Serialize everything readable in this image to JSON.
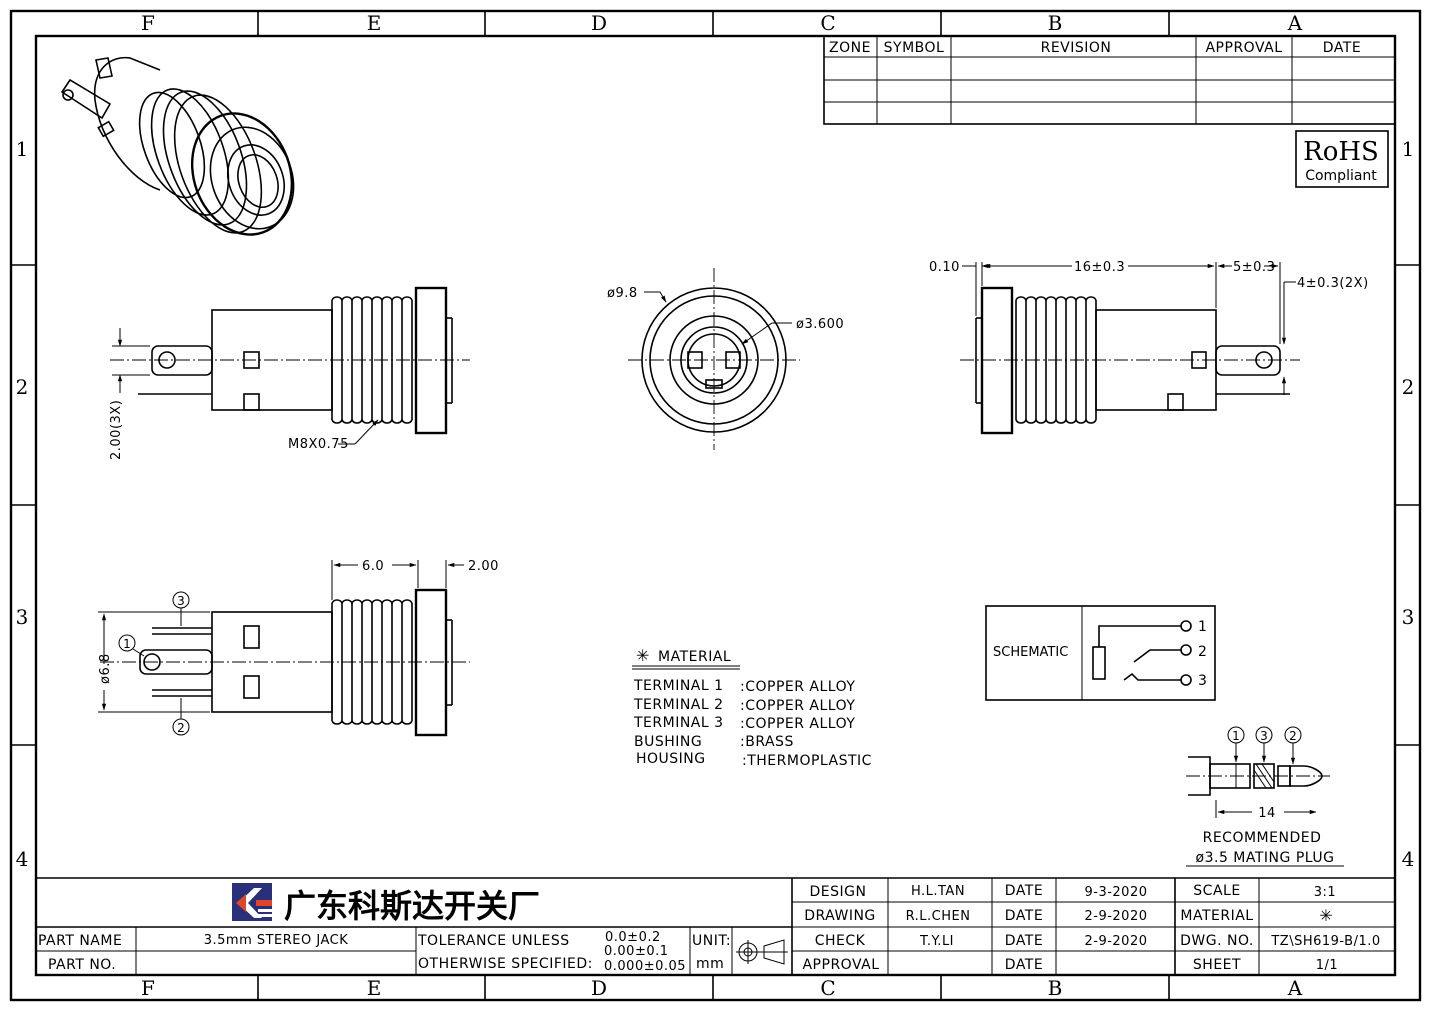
{
  "border": {
    "columns": [
      "F",
      "E",
      "D",
      "C",
      "B",
      "A"
    ],
    "rows": [
      "1",
      "2",
      "3",
      "4"
    ]
  },
  "revision_table": {
    "headers": [
      "ZONE",
      "SYMBOL",
      "REVISION",
      "APPROVAL",
      "DATE"
    ]
  },
  "rohs": {
    "title": "RoHS",
    "subtitle": "Compliant"
  },
  "dims": {
    "front_outer": "ø9.8",
    "front_inner": "ø3.600",
    "side_pitch": "2.00(3X)",
    "thread": "M8X0.75",
    "right_flange": "0.10",
    "right_body": "16±0.3",
    "right_tail": "5±0.3",
    "right_term": "4±0.3(2X)",
    "bottom_thread": "6.0",
    "bottom_flange": "2.00",
    "bottom_height": "ø6.8"
  },
  "terminals": {
    "t1": "1",
    "t2": "2",
    "t3": "3"
  },
  "material": {
    "title": "MATERIAL",
    "marker": "✳",
    "rows": [
      {
        "name": "TERMINAL 1",
        "value": ":COPPER ALLOY"
      },
      {
        "name": "TERMINAL 2",
        "value": ":COPPER ALLOY"
      },
      {
        "name": "TERMINAL 3",
        "value": ":COPPER ALLOY"
      },
      {
        "name": "BUSHING",
        "value": ":BRASS"
      },
      {
        "name": "HOUSING",
        "value": ":THERMOPLASTIC"
      }
    ]
  },
  "schematic": {
    "label": "SCHEMATIC",
    "pins": [
      "1",
      "2",
      "3"
    ]
  },
  "plug": {
    "length": "14",
    "caption_line1": "RECOMMENDED",
    "caption_line2": "ø3.5 MATING PLUG",
    "markers": [
      "1",
      "3",
      "2"
    ]
  },
  "title_block": {
    "company": "广东科斯达开关厂",
    "part_name_label": "PART NAME",
    "part_name": "3.5mm STEREO JACK",
    "part_no_label": "PART NO.",
    "part_no": "",
    "tolerance_line1": "TOLERANCE UNLESS",
    "tolerance_line2": "OTHERWISE SPECIFIED:",
    "tol1": "0.0±0.2",
    "tol2": "0.00±0.1",
    "tol3": "0.000±0.05",
    "unit_label": "UNIT:",
    "unit": "mm",
    "design_label": "DESIGN",
    "design": "H.L.TAN",
    "drawing_label": "DRAWING",
    "drawing": "R.L.CHEN",
    "check_label": "CHECK",
    "check": "T.Y.LI",
    "approval_label": "APPROVAL",
    "approval": "",
    "date_label": "DATE",
    "date_design": "9-3-2020",
    "date_drawing": "2-9-2020",
    "date_check": "2-9-2020",
    "date_approval": "",
    "scale_label": "SCALE",
    "scale": "3:1",
    "material_label": "MATERIAL",
    "material": "✳",
    "dwg_label": "DWG. NO.",
    "dwg": "TZ\\SH619-B/1.0",
    "sheet_label": "SHEET",
    "sheet": "1/1"
  }
}
